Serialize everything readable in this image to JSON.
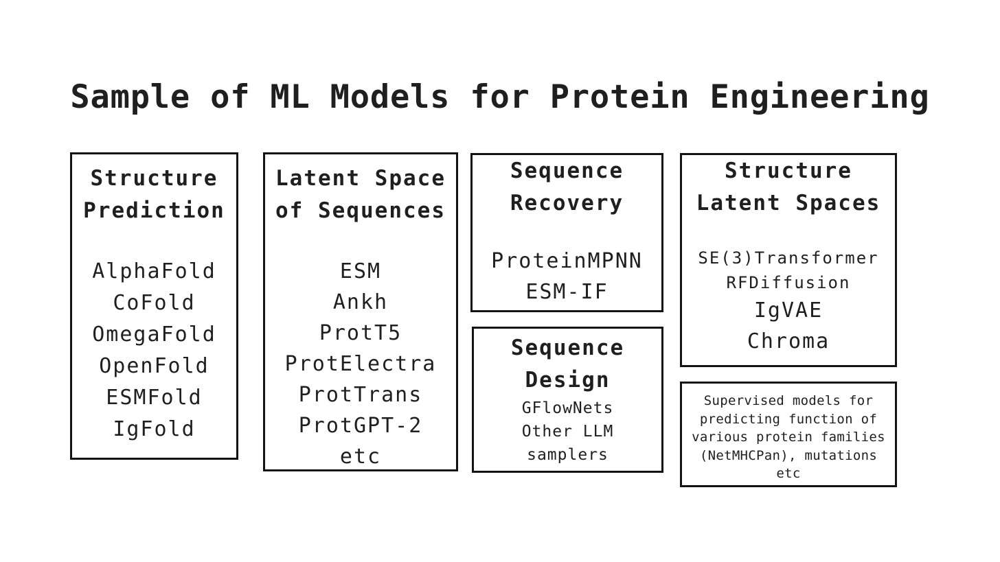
{
  "title": "Sample of ML Models for Protein Engineering",
  "colors": {
    "background": "#ffffff",
    "text": "#1f1f1f",
    "border": "#121212"
  },
  "boxes": [
    {
      "name": "structure-prediction",
      "title_lines": [
        "Structure",
        "Prediction"
      ],
      "items": [
        "AlphaFold",
        "CoFold",
        "OmegaFold",
        "OpenFold",
        "ESMFold",
        "IgFold"
      ]
    },
    {
      "name": "latent-space-of-sequences",
      "title_lines": [
        "Latent Space",
        "of Sequences"
      ],
      "items": [
        "ESM",
        "Ankh",
        "ProtT5",
        "ProtElectra",
        "ProtTrans",
        "ProtGPT-2",
        "etc"
      ]
    },
    {
      "name": "sequence-recovery",
      "title_lines": [
        "Sequence",
        "Recovery"
      ],
      "items": [
        "ProteinMPNN",
        "ESM-IF"
      ]
    },
    {
      "name": "sequence-design",
      "title_lines": [
        "Sequence",
        "Design"
      ],
      "items": [
        "GFlowNets",
        "Other LLM",
        "samplers"
      ]
    },
    {
      "name": "structure-latent-spaces",
      "title_lines": [
        "Structure",
        "Latent Spaces"
      ],
      "items": [
        "SE(3)Transformer",
        "RFDiffusion",
        "IgVAE",
        "Chroma"
      ]
    },
    {
      "name": "supervised-models-note",
      "text_lines": [
        "Supervised models for",
        "predicting function of",
        "various protein families",
        "(NetMHCPan), mutations",
        "etc"
      ]
    }
  ]
}
